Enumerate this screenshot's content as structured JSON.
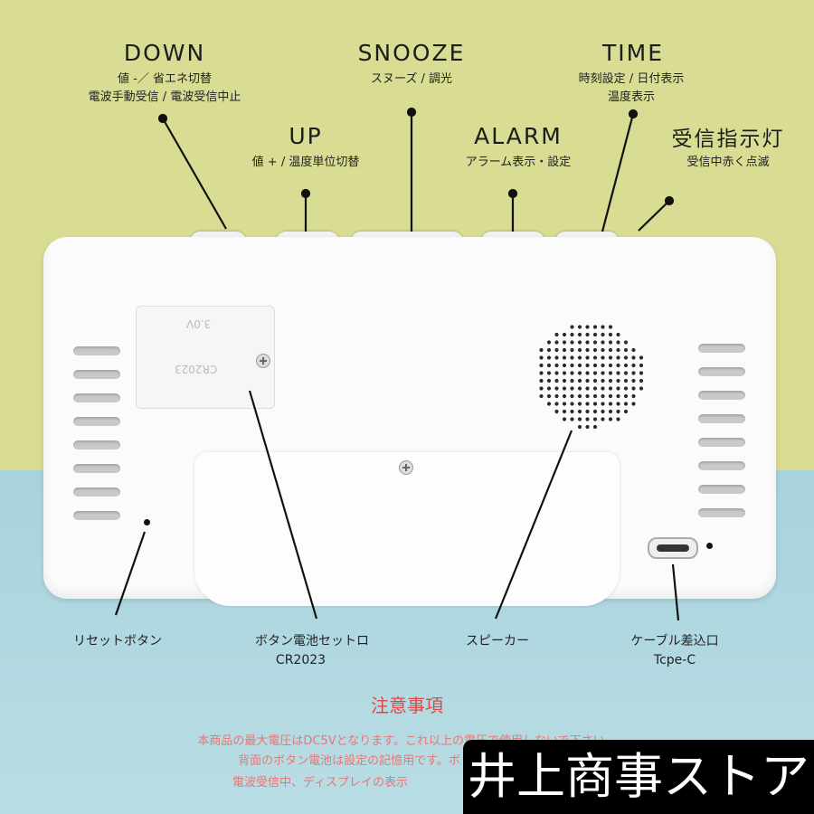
{
  "callouts": {
    "down": {
      "title": "DOWN",
      "line1": "値 -／ 省エネ切替",
      "line2": "電波手動受信 / 電波受信中止"
    },
    "up": {
      "title": "UP",
      "line1": "値 + / 温度単位切替"
    },
    "snooze": {
      "title": "SNOOZE",
      "line1": "スヌーズ / 調光"
    },
    "alarm": {
      "title": "ALARM",
      "line1": "アラーム表示・設定"
    },
    "time": {
      "title": "TIME",
      "line1": "時刻設定 / 日付表示",
      "line2": "温度表示"
    },
    "receive": {
      "title": "受信指示灯",
      "line1": "受信中赤く点滅"
    }
  },
  "device_buttons": [
    "DOWN",
    "UP",
    "SNOOZE",
    "ALARM",
    "TIME"
  ],
  "battery_cover": {
    "line1": "3.0V",
    "line2": "CR2023"
  },
  "bottom_labels": {
    "reset": "リセットボタン",
    "battery": "ボタン電池セットロ",
    "battery_model": "CR2023",
    "speaker": "スピーカー",
    "cable": "ケーブル差込口",
    "cable_type": "Tcpe-C"
  },
  "notice": {
    "title": "注意事項",
    "lines": [
      "本商品の最大電圧はDC5Vとなります。これ以上の電圧で使用しないで下さい。",
      "背面のボタン電池は設定の記憶用です。ボ",
      "電波受信中、ディスプレイの表示"
    ]
  },
  "store_banner": "井上商事ストア",
  "colors": {
    "top_bg": "#d9dc93",
    "bottom_bg": "#b9dde4",
    "notice_red": "#e04848"
  }
}
